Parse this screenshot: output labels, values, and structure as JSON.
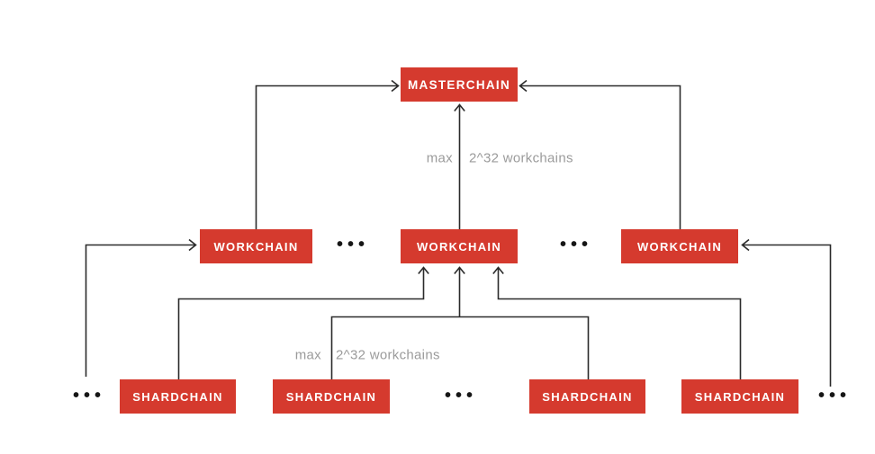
{
  "theme": {
    "background": "#ffffff",
    "box_color": "#d53a2e",
    "box_text_color": "#ffffff",
    "line_color": "#2b2b2b",
    "dots_color": "#161616",
    "annotation_color": "#9b9b9b"
  },
  "nodes": {
    "masterchain": {
      "label": "MASTERCHAIN"
    },
    "workchains": [
      {
        "label": "WORKCHAIN"
      },
      {
        "label": "WORKCHAIN"
      },
      {
        "label": "WORKCHAIN"
      }
    ],
    "shardchains": [
      {
        "label": "SHARDCHAIN"
      },
      {
        "label": "SHARDCHAIN"
      },
      {
        "label": "SHARDCHAIN"
      },
      {
        "label": "SHARDCHAIN"
      }
    ]
  },
  "annotations": {
    "masterchain_limit": {
      "max_label": "max",
      "value_label": "2^32 workchains"
    },
    "workchain_limit": {
      "max_label": "max",
      "value_label": "2^32 workchains"
    }
  },
  "ellipsis": "•••"
}
